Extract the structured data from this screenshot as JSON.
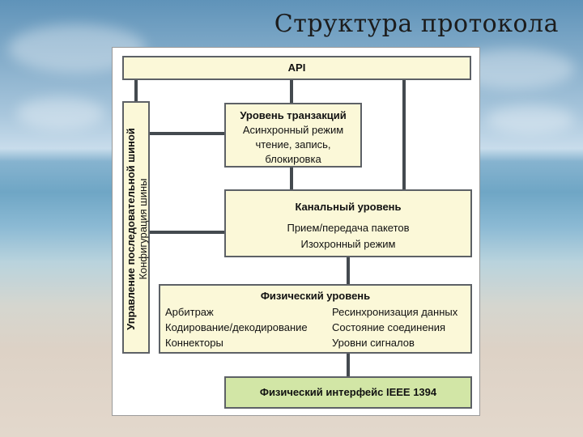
{
  "slide": {
    "title": "Структура протокола"
  },
  "diagram": {
    "api": "API",
    "transaction": {
      "header": "Уровень транзакций",
      "lines": [
        "Асинхронный режим",
        "чтение, запись,",
        "блокировка"
      ]
    },
    "link": {
      "header": "Канальный уровень",
      "lines": [
        "Прием/передача пакетов",
        "Изохронный режим"
      ]
    },
    "physical": {
      "header": "Физический уровень",
      "left": [
        "Арбитраж",
        "Кодирование/декодирование",
        "Коннекторы"
      ],
      "right": [
        "Ресинхронизация данных",
        "Состояние соединения",
        "Уровни сигналов"
      ]
    },
    "interface": "Физический интерфейс IEEE 1394",
    "bus_management": {
      "header": "Управление последовательной шиной",
      "sub": "Конфигурация шины"
    }
  },
  "colors": {
    "box_fill": "#fbf8d8",
    "interface_fill": "#d2e6a6",
    "connector": "#444a4f"
  }
}
